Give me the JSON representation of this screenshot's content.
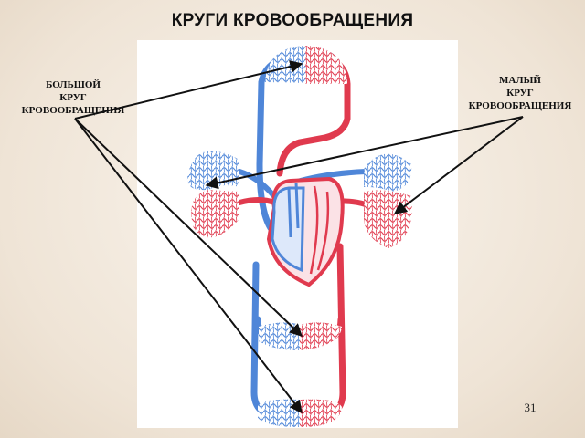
{
  "title": "КРУГИ КРОВООБРАЩЕНИЯ",
  "big_circle_label": [
    "БОЛЬШОЙ",
    "КРУГ",
    "КРОВООБРАЩЕНИЯ"
  ],
  "small_circle_label": [
    "МАЛЫЙ",
    "КРУГ",
    "КРОВООБРАЩЕНИЯ"
  ],
  "page_number": "31",
  "colors": {
    "artery": "#e03a4e",
    "vein": "#4f86d8",
    "arrow": "#111111",
    "panel": "#ffffff"
  }
}
